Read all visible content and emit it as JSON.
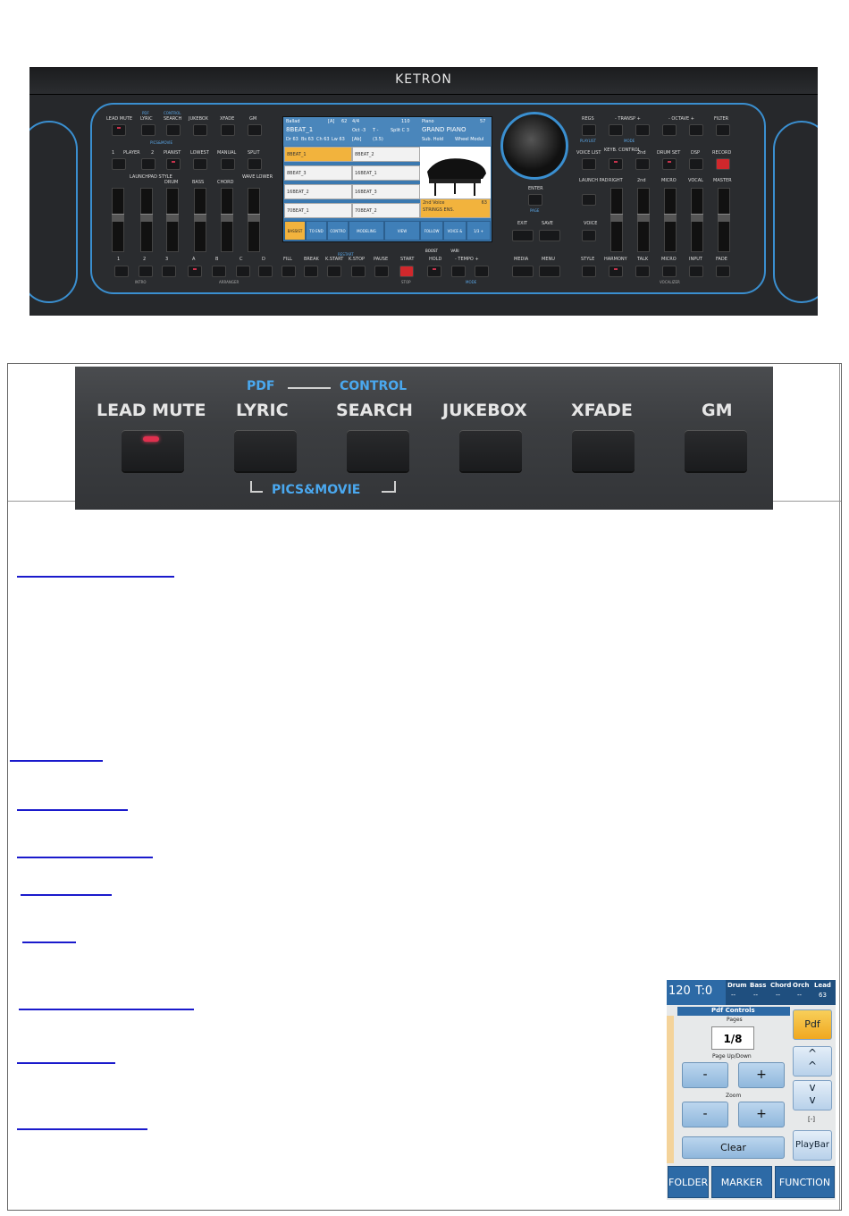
{
  "keyboard": {
    "brand": "KETRON",
    "top_labels": [
      "LEAD MUTE",
      "LYRIC",
      "SEARCH",
      "JUKEBOX",
      "XFADE",
      "GM"
    ],
    "top_blue": [
      "PDF",
      "CONTROL",
      "PICS&MOVIE"
    ],
    "player_labels": [
      "1",
      "PLAYER",
      "2",
      "PIANIST",
      "LOWEST",
      "MANUAL",
      "SPLIT"
    ],
    "slider_labels": [
      "LAUNCHPAD STYLE",
      "DRUM",
      "BASS",
      "CHORD",
      "WAVE LOWER"
    ],
    "bottom_labels": [
      "1",
      "2",
      "3",
      "A",
      "B",
      "C",
      "D",
      "FILL",
      "BREAK",
      "K.START",
      "K.STOP",
      "PAUSE",
      "START",
      "HOLD",
      "- TEMPO +",
      "MEDIA",
      "MENU",
      "STYLE",
      "HARMONY",
      "TALK",
      "MICRO",
      "INPUT",
      "FADE"
    ],
    "bottom_blue": [
      "INTRO",
      "ARRANGER",
      "RESTART",
      "STOP",
      "MODE",
      "VOCALIZER"
    ],
    "right_labels": [
      "REGS",
      "- TRANSP +",
      "- OCTAVE +",
      "FILTER",
      "VOICE LIST",
      "KEYB. CONTROL",
      "2nd",
      "DRUM SET",
      "DSP",
      "RECORD",
      "LAUNCH PAD",
      "RIGHT",
      "2nd",
      "MICRO",
      "VOCAL",
      "MASTER",
      "VOICE"
    ],
    "right_blue": [
      "PLAYLIST",
      "MODE"
    ],
    "screen": {
      "left_header": [
        "Ballad",
        "[A]",
        "62",
        "4/4",
        "110",
        "8BEAT_1",
        "Oct -3",
        "T -",
        "Split C 3",
        "Dr 63",
        "Bs 63",
        "Ch 63",
        "Lw 63",
        "[Ab]",
        "(3.5)"
      ],
      "right_header": [
        "Piano",
        "57",
        "GRAND PIANO",
        "Sub. Hold",
        "Wheel Modul"
      ],
      "grid": [
        [
          "8BEAT_1",
          "8BEAT_2"
        ],
        [
          "8BEAT_3",
          "16BEAT_1"
        ],
        [
          "16BEAT_2",
          "16BEAT_3"
        ],
        [
          "70BEAT_1",
          "70BEAT_2"
        ]
      ],
      "second_voice": [
        "2nd Voice",
        "63",
        "STRINGS ENS."
      ],
      "tabs": [
        "BASSIST",
        "TO END",
        "CONTRO",
        "MODELING",
        "VIEW",
        "FOLLOW BOOST",
        "VOICE & VARI",
        "1/3 +"
      ]
    },
    "dial_labels": [
      "ENTER",
      "PAGE",
      "EXIT",
      "SAVE"
    ]
  },
  "closeup": {
    "labels": [
      "LEAD MUTE",
      "LYRIC",
      "SEARCH",
      "JUKEBOX",
      "XFADE",
      "GM"
    ],
    "pdf_label": "PDF",
    "control_label": "CONTROL",
    "pics_label": "PICS&MOVIE"
  },
  "pdf_panel": {
    "tempo": "120",
    "transpose": "T:0",
    "mixer": [
      "Drum",
      "Bass",
      "Chord",
      "Orch",
      "Lead"
    ],
    "mixer_values": [
      "--",
      "--",
      "--",
      "--",
      "63"
    ],
    "title": "Pdf Controls",
    "pages_label": "Pages",
    "pages_value": "1/8",
    "updown_label": "Page Up/Down",
    "zoom_label": "Zoom",
    "minus": "-",
    "plus": "+",
    "clear": "Clear",
    "pdf_btn": "Pdf",
    "up": "^",
    "down": "v",
    "bracket": "[-]",
    "playbar": "PlayBar",
    "folder": "FOLDER",
    "marker": "MARKER",
    "function": "FUNCTION"
  }
}
